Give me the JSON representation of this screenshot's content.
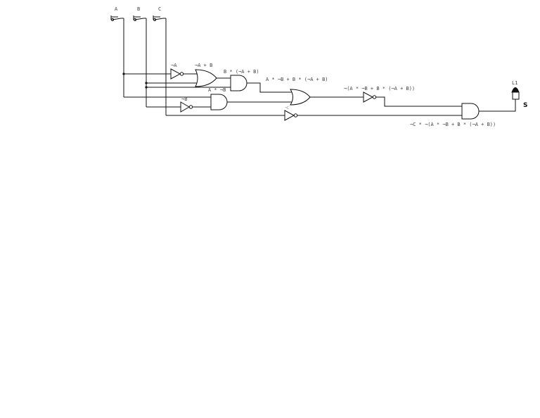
{
  "inputs": {
    "a": "A",
    "b": "B",
    "c": "C"
  },
  "labels": {
    "not_a": "¬A",
    "not_a_or_b": "¬A + B",
    "b_and_term": "B * (¬A + B)",
    "not_b": "¬B",
    "a_and_not_b": "A * ¬B",
    "or_sum": "A * ¬B + B * (¬A + B)",
    "not_sum": "¬(A * ¬B + B * (¬A + B))",
    "not_c": "¬C",
    "final": "¬C * ¬(A * ¬B + B * (¬A + B))"
  },
  "output": {
    "name": "L1",
    "side_label": "S"
  }
}
